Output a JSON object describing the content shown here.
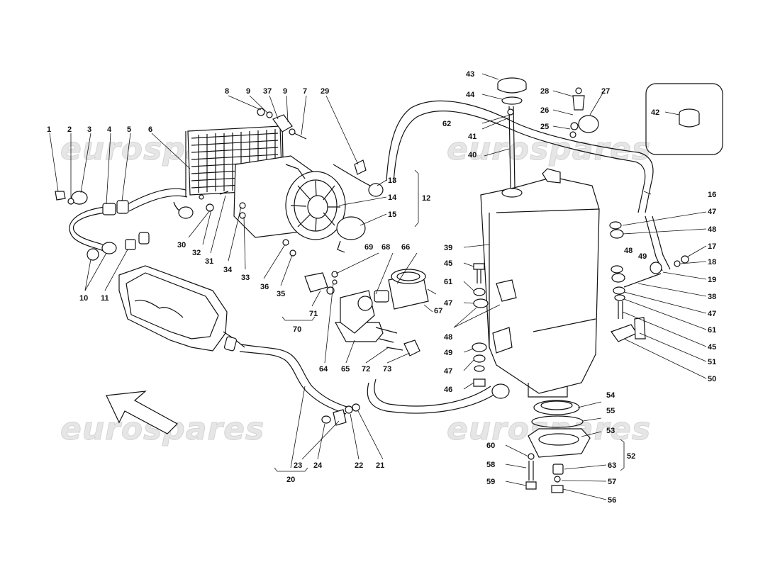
{
  "watermarks": [
    "eurospares",
    "eurospares",
    "eurospares",
    "eurospares"
  ],
  "callouts": {
    "n1": "1",
    "n2": "2",
    "n3": "3",
    "n4": "4",
    "n5": "5",
    "n6": "6",
    "n7": "7",
    "n8": "8",
    "n9a": "9",
    "n9b": "9",
    "n10": "10",
    "n11": "11",
    "n12": "12",
    "n13": "13",
    "n14": "14",
    "n15": "15",
    "n16": "16",
    "n17": "17",
    "n18": "18",
    "n19": "19",
    "n20": "20",
    "n21": "21",
    "n22": "22",
    "n23": "23",
    "n24": "24",
    "n25": "25",
    "n26": "26",
    "n27": "27",
    "n28": "28",
    "n29": "29",
    "n30": "30",
    "n31": "31",
    "n32": "32",
    "n33": "33",
    "n34": "34",
    "n35": "35",
    "n36": "36",
    "n37": "37",
    "n38": "38",
    "n39": "39",
    "n40": "40",
    "n41": "41",
    "n42": "42",
    "n43": "43",
    "n44": "44",
    "n45a": "45",
    "n45b": "45",
    "n46": "46",
    "n47a": "47",
    "n47b": "47",
    "n47c": "47",
    "n47d": "47",
    "n48a": "48",
    "n48b": "48",
    "n48c": "48",
    "n49a": "49",
    "n49b": "49",
    "n50": "50",
    "n51": "51",
    "n52": "52",
    "n53": "53",
    "n54": "54",
    "n55": "55",
    "n56": "56",
    "n57": "57",
    "n58": "58",
    "n59": "59",
    "n60": "60",
    "n61a": "61",
    "n61b": "61",
    "n62": "62",
    "n63": "63",
    "n64": "64",
    "n65": "65",
    "n66": "66",
    "n67": "67",
    "n68": "68",
    "n69": "69",
    "n70": "70",
    "n71": "71",
    "n72": "72",
    "n73": "73"
  },
  "colors": {
    "line": "#111111",
    "watermark": "#e6e6e6",
    "background": "#ffffff"
  }
}
